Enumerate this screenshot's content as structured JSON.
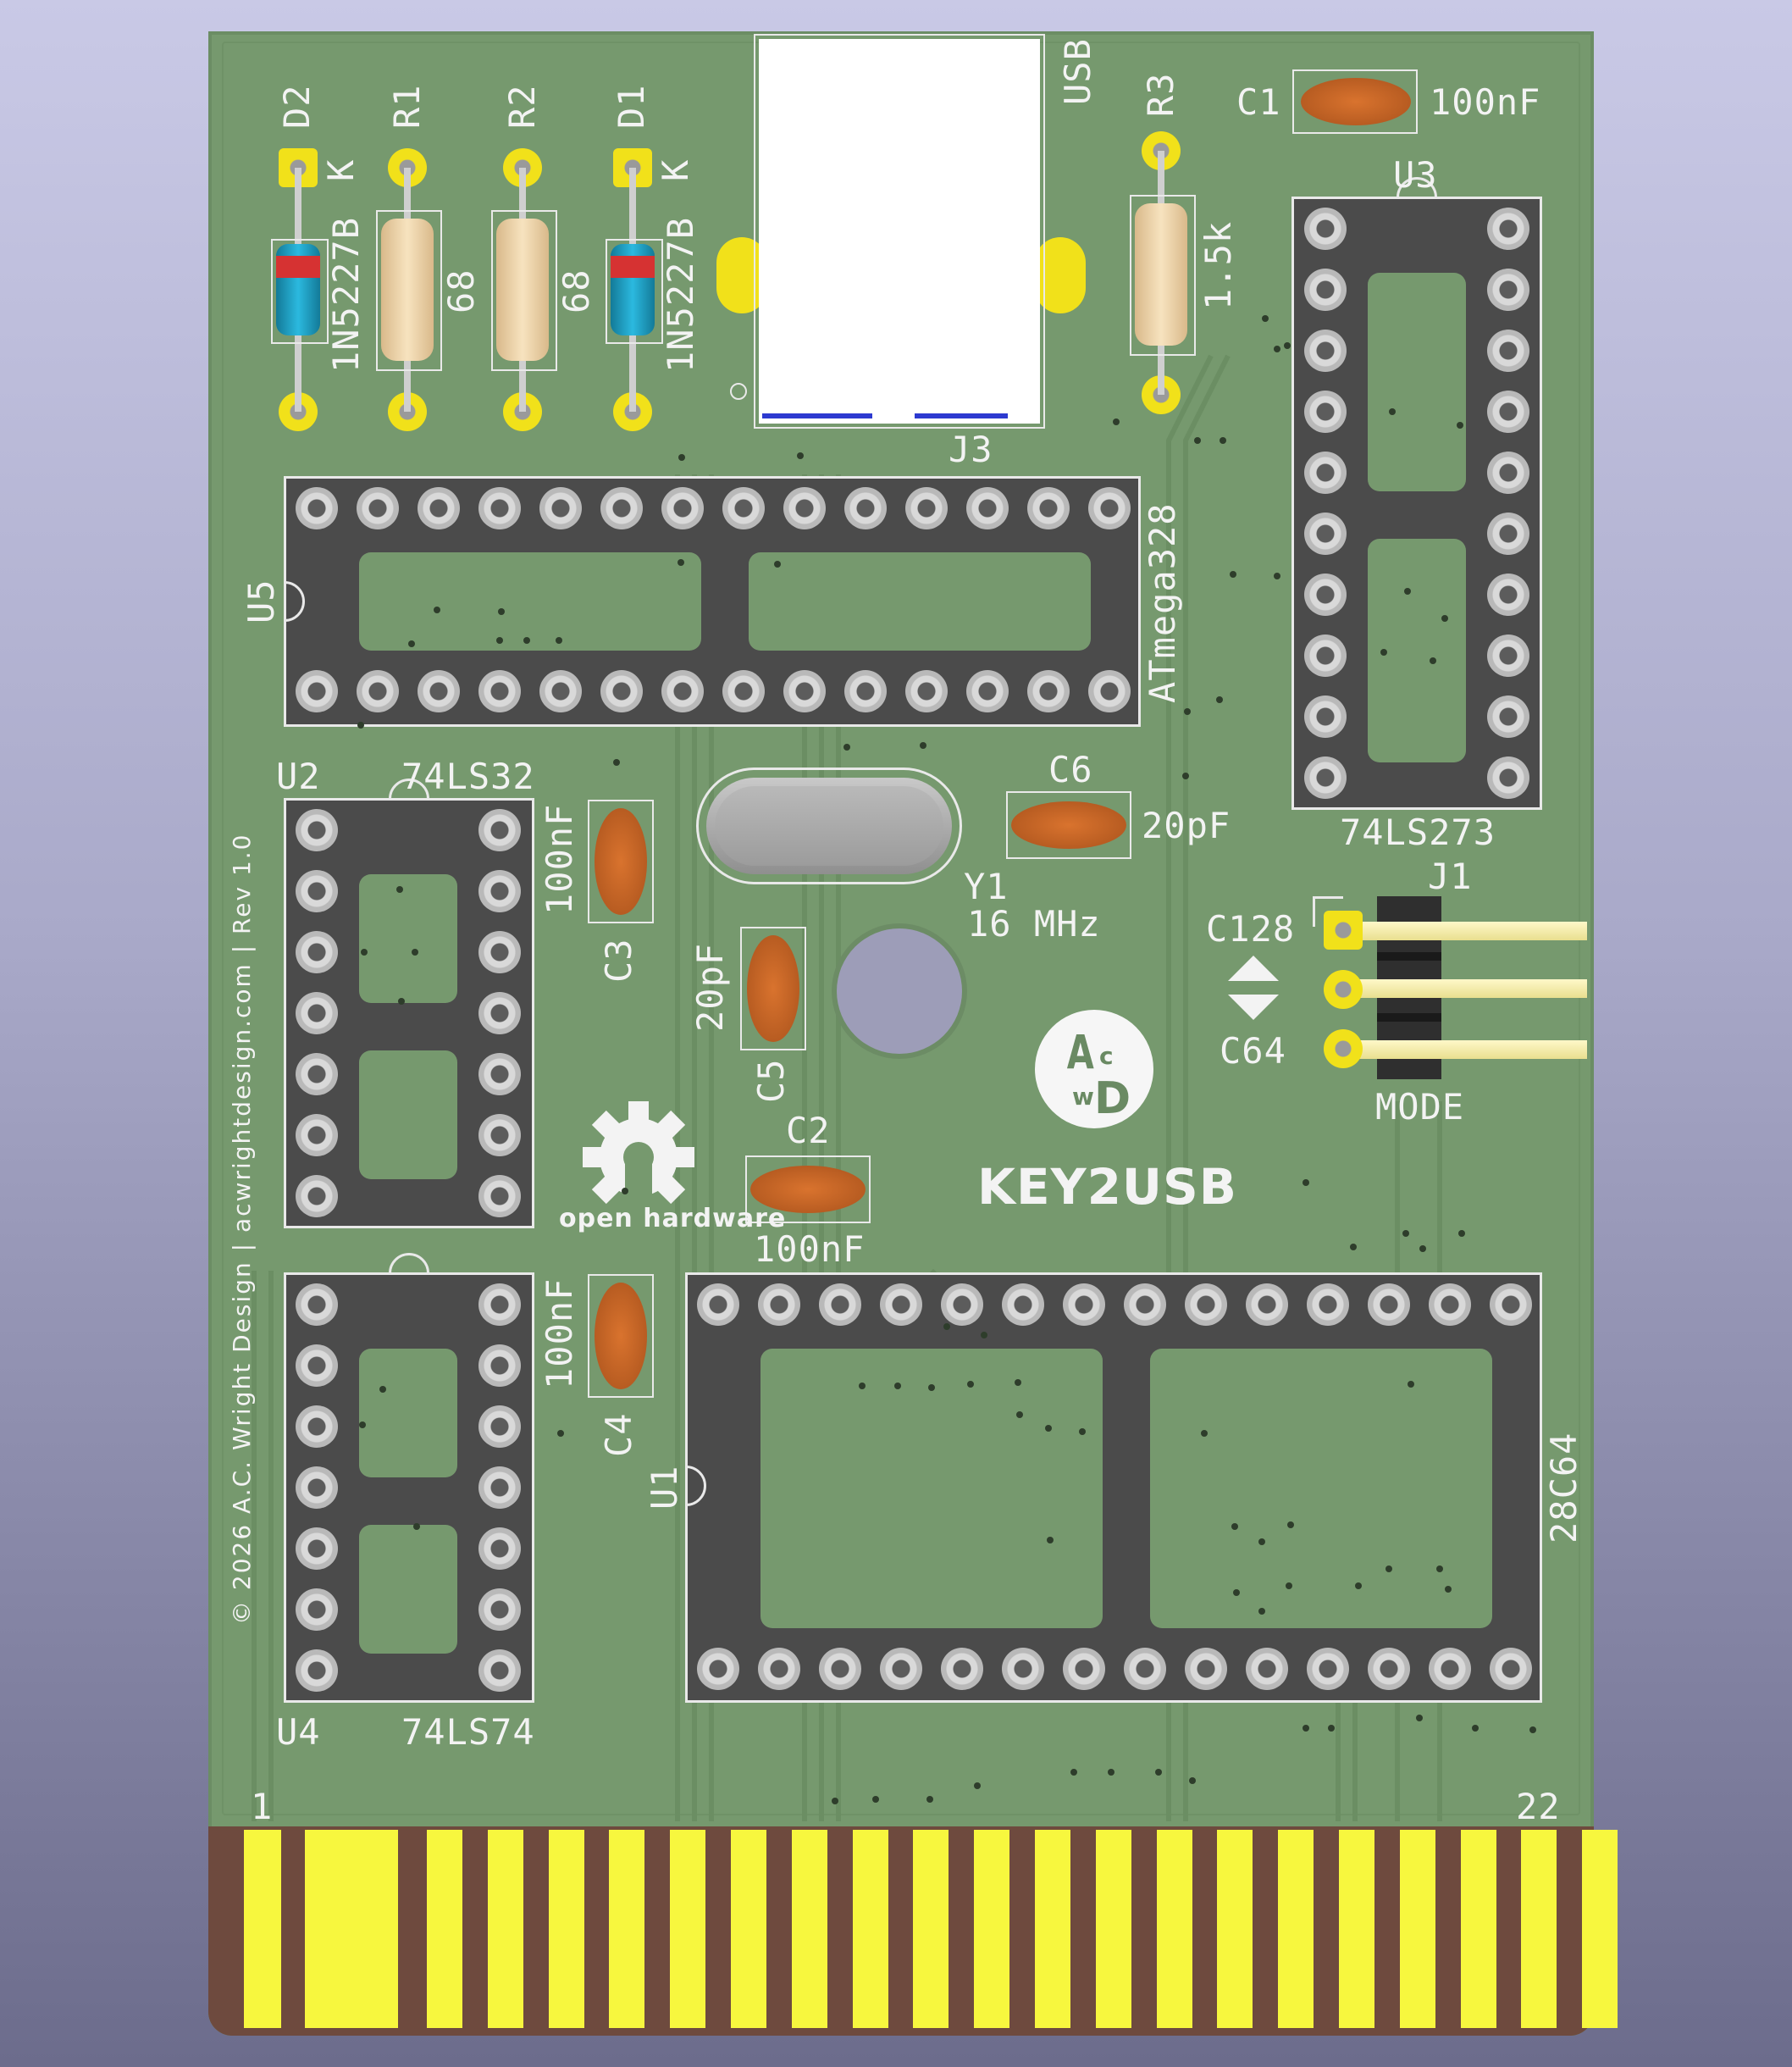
{
  "board": {
    "title": "KEY2USB",
    "logo_text": "open hardware",
    "acwd_logo": "ACWD",
    "copyright_line": "© 2026 A.C. Wright Design  |  acwrightdesign.com  |  Rev 1.0"
  },
  "components": {
    "d2": {
      "ref": "D2",
      "value": "1N5227B",
      "mark": "K"
    },
    "d1": {
      "ref": "D1",
      "value": "1N5227B",
      "mark": "K"
    },
    "r1": {
      "ref": "R1",
      "value": "68"
    },
    "r2": {
      "ref": "R2",
      "value": "68"
    },
    "r3": {
      "ref": "R3",
      "value": "1.5k"
    },
    "j3": {
      "ref": "J3",
      "label": "USB"
    },
    "c1": {
      "ref": "C1",
      "value": "100nF"
    },
    "u3": {
      "ref": "U3",
      "value": "74LS273"
    },
    "u5": {
      "ref": "U5",
      "value": "ATmega328"
    },
    "u2": {
      "ref": "U2",
      "value": "74LS32"
    },
    "c3": {
      "ref": "C3",
      "value": "100nF"
    },
    "y1": {
      "ref": "Y1",
      "value": "16 MHz"
    },
    "c6": {
      "ref": "C6",
      "value": "20pF"
    },
    "c5": {
      "ref": "C5",
      "value": "20pF"
    },
    "c2": {
      "ref": "C2",
      "value": "100nF"
    },
    "j1": {
      "ref": "J1",
      "label": "MODE",
      "top": "C128",
      "bottom": "C64"
    },
    "c4": {
      "ref": "C4",
      "value": "100nF"
    },
    "u1": {
      "ref": "U1",
      "value": "28C64"
    },
    "u4": {
      "ref": "U4",
      "value": "74LS74"
    }
  },
  "edge_connector": {
    "first_pin": "1",
    "last_pin": "22"
  },
  "colors": {
    "board": "#76996e",
    "silkscreen": "#f3f3f3",
    "gold_fingers": "#f7f73e",
    "substrate": "#6e4a3e",
    "socket": "#4b4b4b"
  }
}
